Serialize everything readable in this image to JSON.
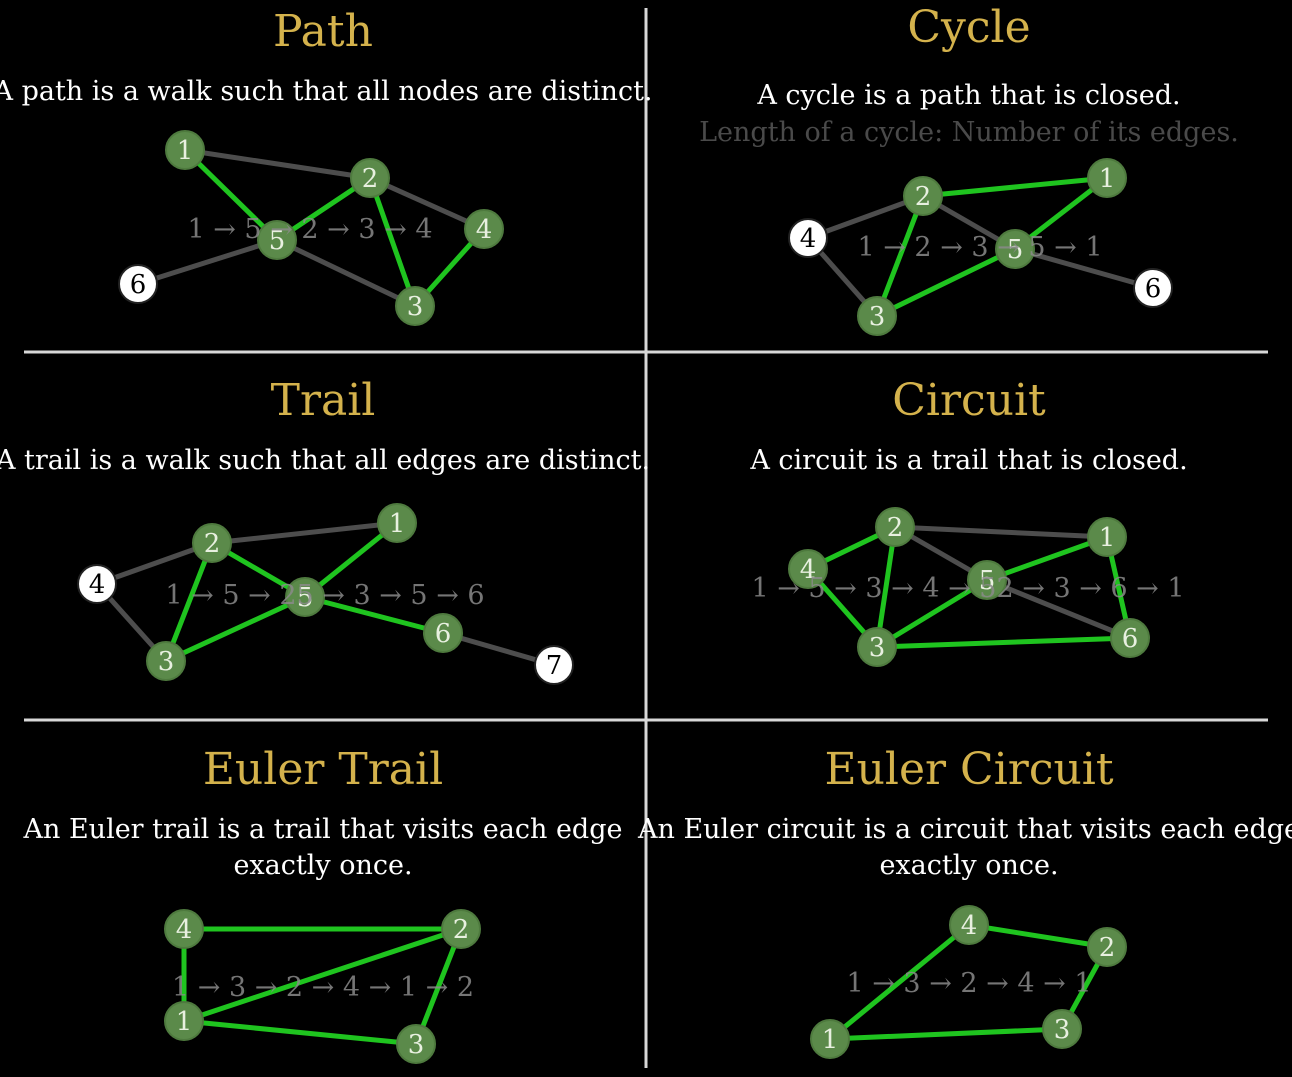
{
  "panels": [
    {
      "id": "path",
      "title": "Path",
      "description": [
        "A path is a walk such that all nodes are distinct."
      ],
      "note": "",
      "walk": "1 → 5 → 2 → 3 → 4",
      "nodes": [
        {
          "label": "1",
          "style": "green"
        },
        {
          "label": "2",
          "style": "green"
        },
        {
          "label": "3",
          "style": "green"
        },
        {
          "label": "4",
          "style": "green"
        },
        {
          "label": "5",
          "style": "green"
        },
        {
          "label": "6",
          "style": "white"
        }
      ],
      "edges": [
        {
          "from": "1",
          "to": "2",
          "highlighted": false
        },
        {
          "from": "2",
          "to": "4",
          "highlighted": false
        },
        {
          "from": "6",
          "to": "5",
          "highlighted": false
        },
        {
          "from": "5",
          "to": "3",
          "highlighted": false
        },
        {
          "from": "1",
          "to": "5",
          "highlighted": true
        },
        {
          "from": "5",
          "to": "2",
          "highlighted": true
        },
        {
          "from": "2",
          "to": "3",
          "highlighted": true
        },
        {
          "from": "3",
          "to": "4",
          "highlighted": true
        }
      ]
    },
    {
      "id": "cycle",
      "title": "Cycle",
      "description": [
        "A cycle is a path that is closed."
      ],
      "note": "Length of a cycle: Number of its edges.",
      "walk": "1 → 2 → 3 → 5 → 1",
      "nodes": [
        {
          "label": "1",
          "style": "green"
        },
        {
          "label": "2",
          "style": "green"
        },
        {
          "label": "3",
          "style": "green"
        },
        {
          "label": "4",
          "style": "white"
        },
        {
          "label": "5",
          "style": "green"
        },
        {
          "label": "6",
          "style": "white"
        }
      ],
      "edges": [
        {
          "from": "4",
          "to": "2",
          "highlighted": false
        },
        {
          "from": "4",
          "to": "3",
          "highlighted": false
        },
        {
          "from": "2",
          "to": "5",
          "highlighted": false
        },
        {
          "from": "5",
          "to": "6",
          "highlighted": false
        },
        {
          "from": "2",
          "to": "1",
          "highlighted": true
        },
        {
          "from": "2",
          "to": "3",
          "highlighted": true
        },
        {
          "from": "3",
          "to": "5",
          "highlighted": true
        },
        {
          "from": "5",
          "to": "1",
          "highlighted": true
        }
      ]
    },
    {
      "id": "trail",
      "title": "Trail",
      "description": [
        "A trail is a walk such that all edges are distinct."
      ],
      "note": "",
      "walk": "1 → 5 → 25 → 3 → 5 → 6",
      "nodes": [
        {
          "label": "1",
          "style": "green"
        },
        {
          "label": "2",
          "style": "green"
        },
        {
          "label": "3",
          "style": "green"
        },
        {
          "label": "4",
          "style": "white"
        },
        {
          "label": "5",
          "style": "green"
        },
        {
          "label": "6",
          "style": "green"
        },
        {
          "label": "7",
          "style": "white"
        }
      ],
      "edges": [
        {
          "from": "4",
          "to": "2",
          "highlighted": false
        },
        {
          "from": "4",
          "to": "3",
          "highlighted": false
        },
        {
          "from": "2",
          "to": "1",
          "highlighted": false
        },
        {
          "from": "6",
          "to": "7",
          "highlighted": false
        },
        {
          "from": "1",
          "to": "5",
          "highlighted": true
        },
        {
          "from": "5",
          "to": "2",
          "highlighted": true
        },
        {
          "from": "2",
          "to": "3",
          "highlighted": true
        },
        {
          "from": "3",
          "to": "5",
          "highlighted": true
        },
        {
          "from": "5",
          "to": "6",
          "highlighted": true
        }
      ]
    },
    {
      "id": "circuit",
      "title": "Circuit",
      "description": [
        "A circuit is a trail that is closed."
      ],
      "note": "",
      "walk": "1 → 5 → 3 → 4 → 52 → 3 → 6 → 1",
      "nodes": [
        {
          "label": "1",
          "style": "green"
        },
        {
          "label": "2",
          "style": "green"
        },
        {
          "label": "3",
          "style": "green"
        },
        {
          "label": "4",
          "style": "green"
        },
        {
          "label": "5",
          "style": "green"
        },
        {
          "label": "6",
          "style": "green"
        }
      ],
      "edges": [
        {
          "from": "2",
          "to": "1",
          "highlighted": false
        },
        {
          "from": "2",
          "to": "5",
          "highlighted": false
        },
        {
          "from": "5",
          "to": "6",
          "highlighted": false
        },
        {
          "from": "4",
          "to": "2",
          "highlighted": true
        },
        {
          "from": "4",
          "to": "3",
          "highlighted": true
        },
        {
          "from": "2",
          "to": "3",
          "highlighted": true
        },
        {
          "from": "3",
          "to": "5",
          "highlighted": true
        },
        {
          "from": "5",
          "to": "1",
          "highlighted": true
        },
        {
          "from": "1",
          "to": "6",
          "highlighted": true
        },
        {
          "from": "3",
          "to": "6",
          "highlighted": true
        }
      ]
    },
    {
      "id": "euler-trail",
      "title": "Euler Trail",
      "description": [
        "An Euler trail is a trail that visits each edge",
        "exactly once."
      ],
      "note": "",
      "walk": "1 → 3 → 2 → 4 → 1 → 2",
      "nodes": [
        {
          "label": "1",
          "style": "green"
        },
        {
          "label": "2",
          "style": "green"
        },
        {
          "label": "3",
          "style": "green"
        },
        {
          "label": "4",
          "style": "green"
        }
      ],
      "edges": [
        {
          "from": "4",
          "to": "2",
          "highlighted": true
        },
        {
          "from": "4",
          "to": "1",
          "highlighted": true
        },
        {
          "from": "1",
          "to": "2",
          "highlighted": true
        },
        {
          "from": "1",
          "to": "3",
          "highlighted": true
        },
        {
          "from": "3",
          "to": "2",
          "highlighted": true
        }
      ]
    },
    {
      "id": "euler-circuit",
      "title": "Euler Circuit",
      "description": [
        "An Euler circuit is a circuit that visits each edge",
        "exactly once."
      ],
      "note": "",
      "walk": "1 → 3 → 2 → 4 → 1",
      "nodes": [
        {
          "label": "1",
          "style": "green"
        },
        {
          "label": "2",
          "style": "green"
        },
        {
          "label": "3",
          "style": "green"
        },
        {
          "label": "4",
          "style": "green"
        }
      ],
      "edges": [
        {
          "from": "1",
          "to": "4",
          "highlighted": true
        },
        {
          "from": "4",
          "to": "2",
          "highlighted": true
        },
        {
          "from": "2",
          "to": "3",
          "highlighted": true
        },
        {
          "from": "3",
          "to": "1",
          "highlighted": true
        }
      ]
    }
  ],
  "colors": {
    "title": "#d4b24c",
    "highlight_edge": "#1fc41f",
    "plain_edge": "#4d4d4d",
    "visited_node": "#5b8a4a",
    "unvisited_node": "#ffffff",
    "background": "#000000"
  }
}
